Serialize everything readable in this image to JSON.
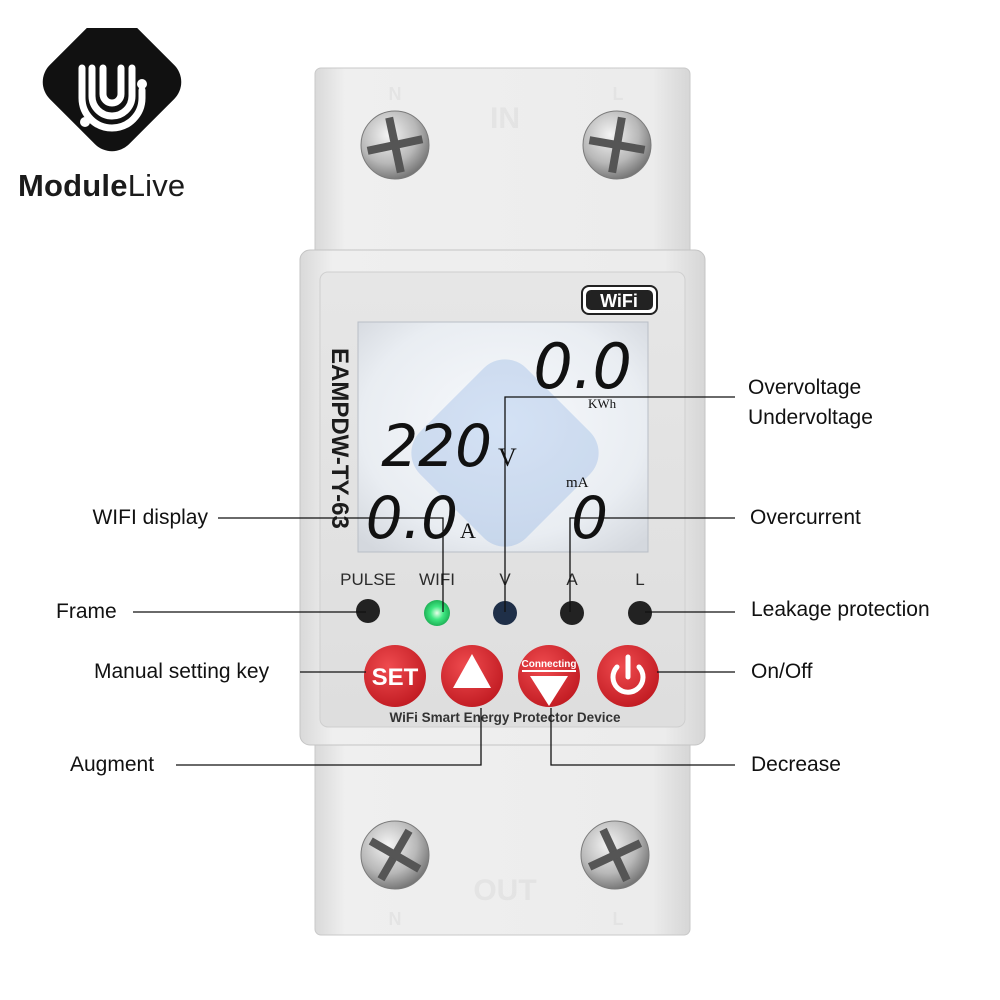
{
  "brand": {
    "bold": "Module",
    "light": "Live"
  },
  "device": {
    "terminal_top": "IN",
    "terminal_bottom": "OUT",
    "terminal_top_left": "N",
    "terminal_top_right": "L",
    "terminal_bottom_left": "N",
    "terminal_bottom_right": "L",
    "wifi_badge": "WiFi",
    "model": "EAMPDW-TY-63",
    "lcd": {
      "energy_value": "0.0",
      "energy_unit": "KWh",
      "voltage_value": "220",
      "voltage_unit": "V",
      "current_value": "0.0",
      "current_unit": "A",
      "leak_unit": "mA",
      "leak_value": "0"
    },
    "indicators": [
      "PULSE",
      "WIFI",
      "V",
      "A",
      "L"
    ],
    "buttons": {
      "set": "SET",
      "connecting": "Connecting"
    },
    "bottom_text": "WiFi Smart Energy Protector Device",
    "colors": {
      "button_red": "#d8232a",
      "wifi_led": "#35e07a",
      "v_led": "#1f2f48",
      "body": "#eeeeee"
    }
  },
  "callouts": {
    "overvoltage": "Overvoltage",
    "undervoltage": "Undervoltage",
    "wifi_display": "WIFI display",
    "overcurrent": "Overcurrent",
    "frame": "Frame",
    "leakage": "Leakage protection",
    "manual_setting": "Manual setting key",
    "on_off": "On/Off",
    "augment": "Augment",
    "decrease": "Decrease"
  }
}
